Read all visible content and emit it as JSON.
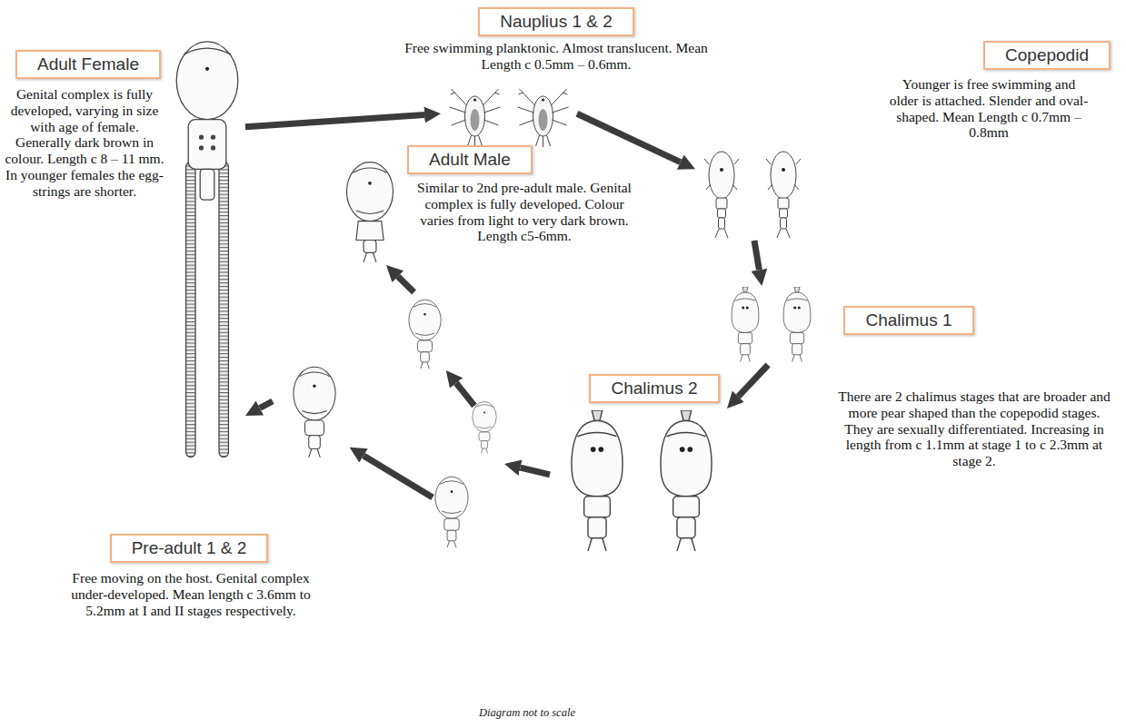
{
  "diagram": {
    "nodes": [
      {
        "text": [
          "Nauplius 1 & 2",
          "Free swimming planktonic. Almost translucent. Mean Length c 0.5mm – 0.6mm."
        ]
      },
      {
        "text": [
          "Copepodid",
          "Younger is free swimming and older is attached. Slender and oval-shaped. Mean Length c 0.7mm – 0.8mm"
        ]
      },
      {
        "text": [
          "Chalimus 1",
          "There are 2 chalimus stages that are broader and more pear shaped than the copepodid stages. They are sexually differentiated. Increasing in length from c 1.1mm at stage 1 to c 2.3mm at stage 2."
        ]
      },
      {
        "text": [
          "Chalimus 2"
        ]
      },
      {
        "text": [
          "Pre-adult 1 & 2",
          "Free moving on the host. Genital complex under-developed. Mean length c 3.6mm to 5.2mm at I and II stages respectively."
        ]
      },
      {
        "text": [
          "Adult Male",
          "Similar to 2nd pre-adult male. Genital complex is fully developed. Colour varies from light to very dark brown. Length c5-6mm."
        ]
      },
      {
        "text": [
          "Adult Female",
          "Genital complex is fully developed, varying in size with age of female. Generally dark brown in colour. Length c 8 – 11 mm. In younger females the egg-strings are shorter."
        ]
      }
    ],
    "edges": [
      {
        "from": 0,
        "to": 1,
        "arrow": "to"
      },
      {
        "from": 1,
        "to": 2,
        "arrow": "to"
      },
      {
        "from": 2,
        "to": 3,
        "arrow": "to"
      },
      {
        "from": 3,
        "to": 4,
        "arrow": "to"
      },
      {
        "from": 4,
        "to": 5,
        "arrow": "to"
      },
      {
        "from": 4,
        "to": 6,
        "arrow": "to"
      },
      {
        "from": 6,
        "to": 0,
        "arrow": "to"
      }
    ],
    "labels": [
      "Diagram not to scale"
    ]
  }
}
